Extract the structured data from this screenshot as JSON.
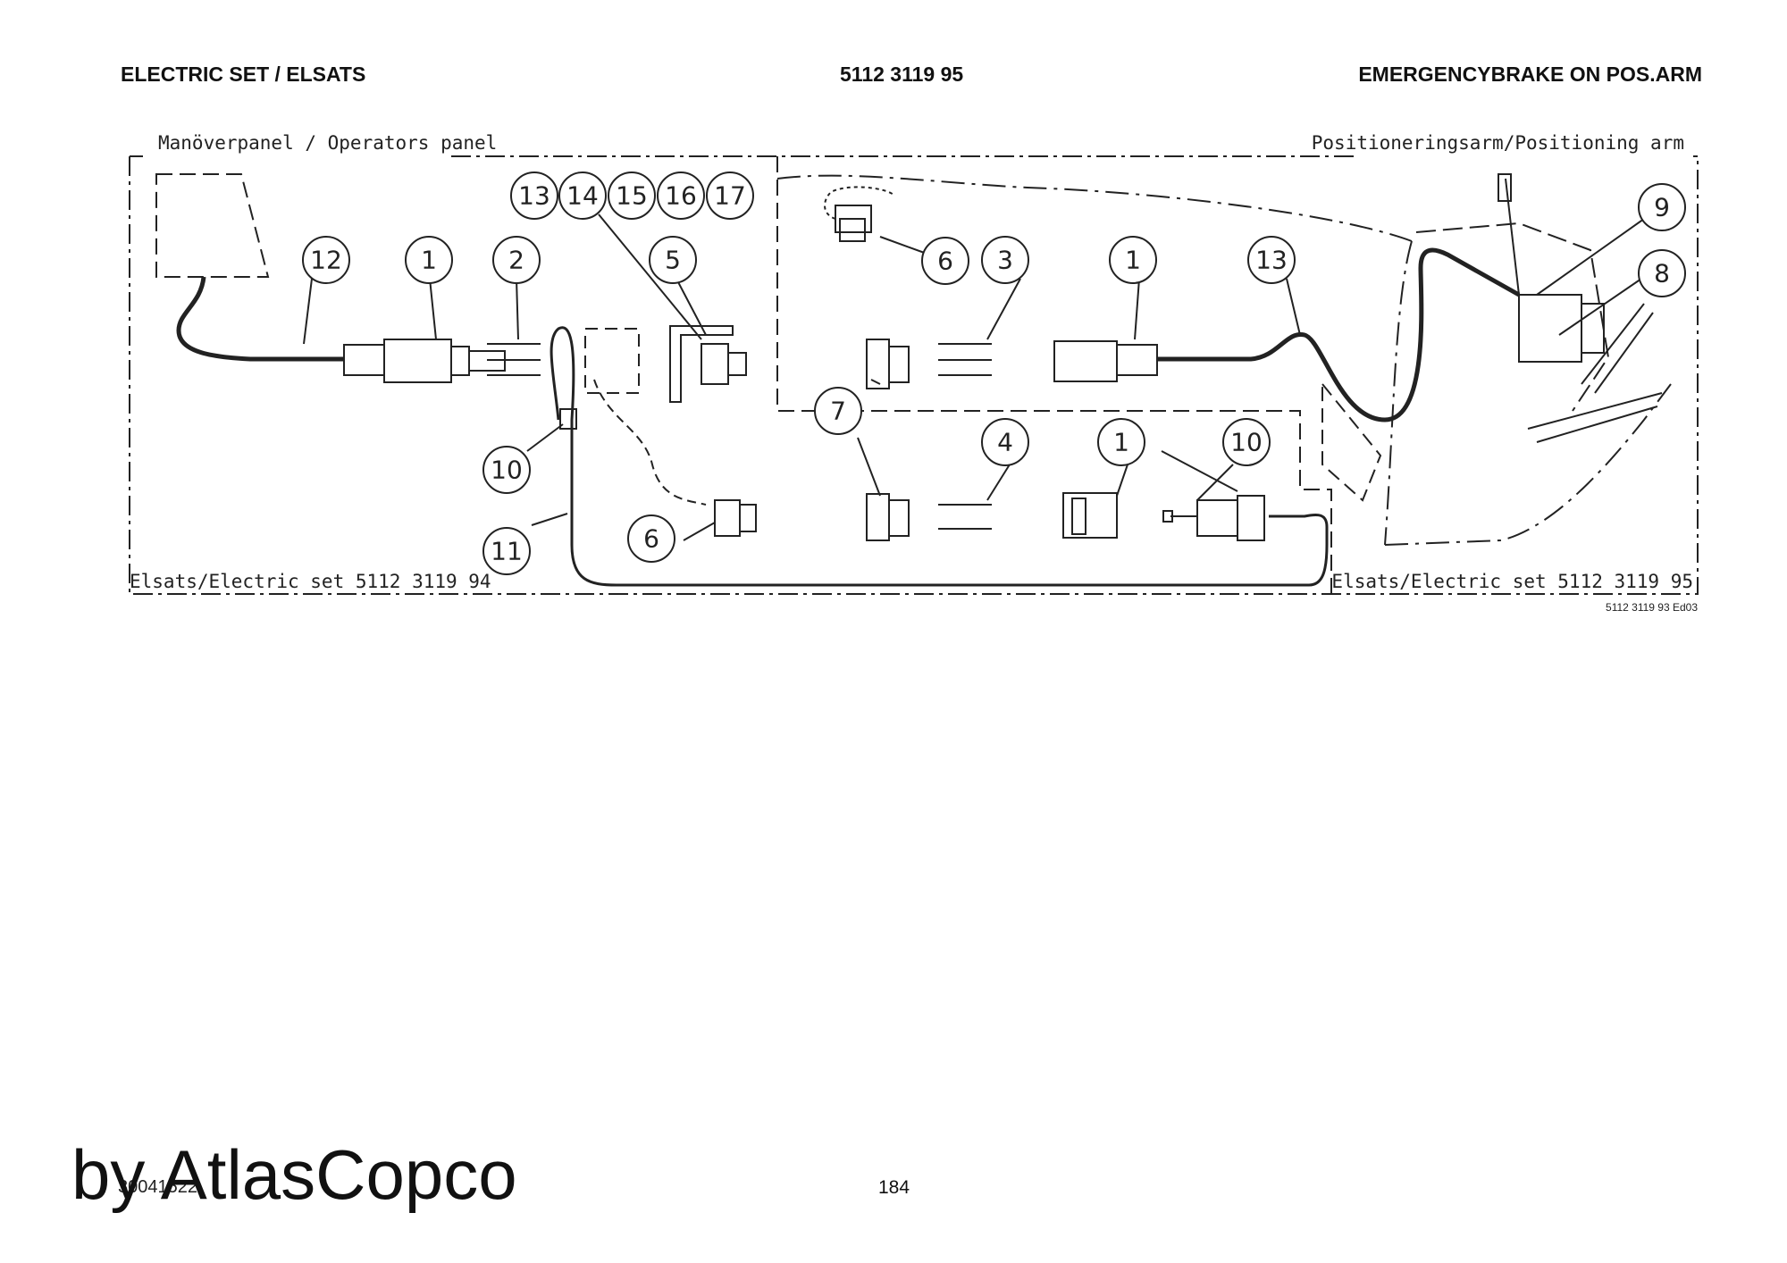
{
  "header": {
    "left": "ELECTRIC SET / ELSATS",
    "center": "5112 3119 95",
    "right": "EMERGENCYBRAKE ON POS.ARM"
  },
  "diagram": {
    "labels": {
      "operators_panel": "Manöverpanel / Operators panel",
      "positioning_arm": "Positioneringsarm/Positioning arm",
      "set_left": "Elsats/Electric set 5112 3119 94",
      "set_right": "Elsats/Electric set 5112 3119 95",
      "drawing_ref": "5112 3119 93 Ed03"
    },
    "balloons": {
      "b12": "12",
      "b1a": "1",
      "b2": "2",
      "b13a": "13",
      "b14": "14",
      "b15": "15",
      "b16": "16",
      "b17": "17",
      "b5": "5",
      "b10a": "10",
      "b11": "11",
      "b6a": "6",
      "b6b": "6",
      "b3": "3",
      "b1b": "1",
      "b13b": "13",
      "b7": "7",
      "b4": "4",
      "b1c": "1",
      "b10b": "10",
      "b9": "9",
      "b8": "8"
    }
  },
  "footer": {
    "brand": "by AtlasCopco",
    "doc_number": "30041522",
    "page_number": "184"
  }
}
